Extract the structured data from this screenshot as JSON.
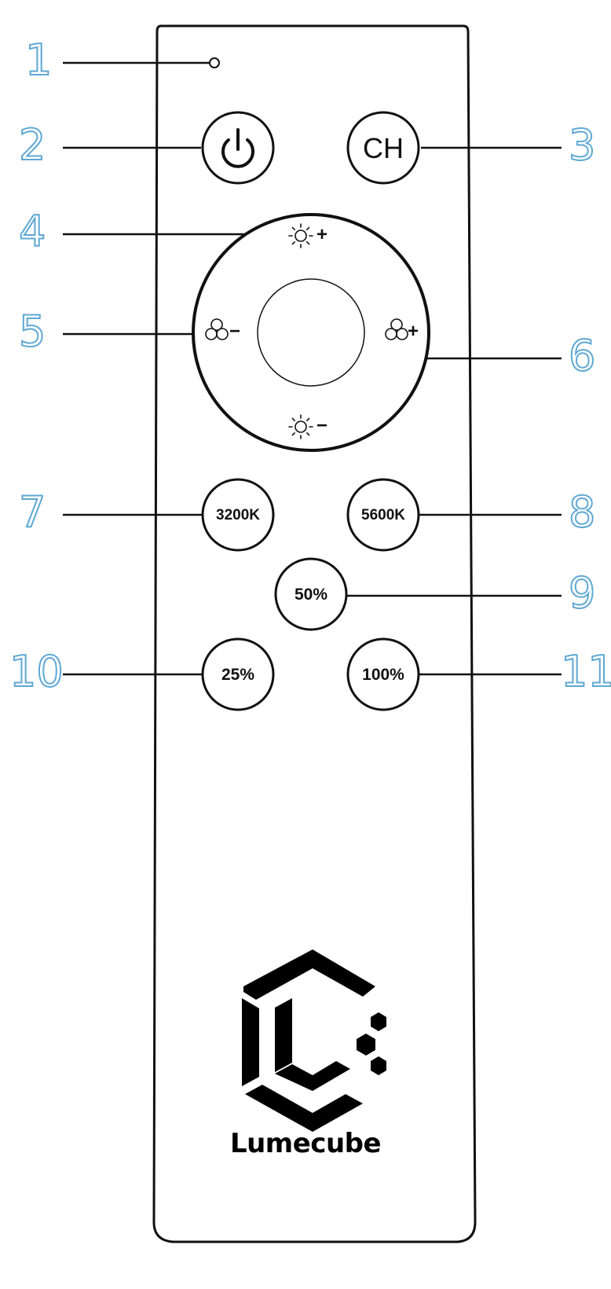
{
  "callouts": [
    "1",
    "2",
    "3",
    "4",
    "5",
    "6",
    "7",
    "8",
    "9",
    "10",
    "11"
  ],
  "buttons": {
    "channel": "CH",
    "cct_3200": "3200K",
    "cct_5600": "5600K",
    "power_50": "50%",
    "power_25": "25%",
    "power_100": "100%",
    "brightness_plus": "+",
    "brightness_minus": "−",
    "color_minus": "−",
    "color_plus": "+"
  },
  "brand": {
    "name": "Lumecube"
  },
  "icons": {
    "power": "power-icon",
    "brightness": "sun-icon",
    "color": "three-circles-icon",
    "logo": "lumecube-logo"
  },
  "colors": {
    "callout": "#5fa8d3",
    "outline": "#111111",
    "background": "#ffffff"
  }
}
